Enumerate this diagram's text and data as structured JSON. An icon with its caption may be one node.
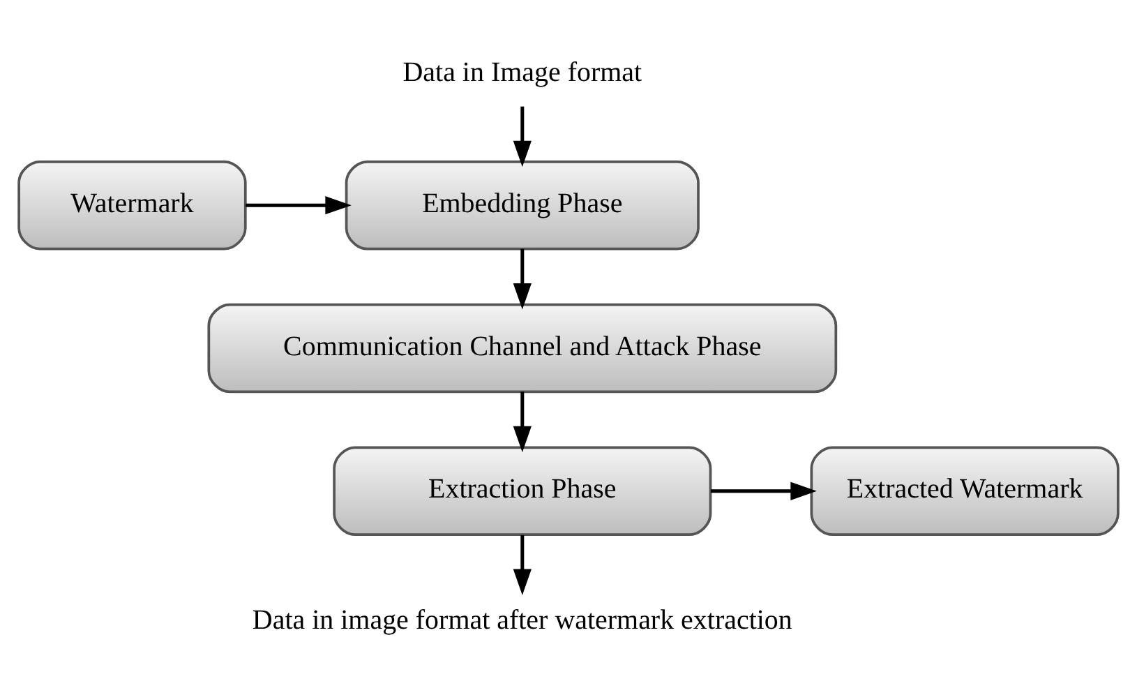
{
  "diagram": {
    "nodes": [
      {
        "text": [
          "Data in Image format"
        ]
      },
      {
        "text": [
          "Watermark"
        ]
      },
      {
        "text": [
          "Embedding Phase"
        ]
      },
      {
        "text": [
          "Communication Channel and Attack Phase"
        ]
      },
      {
        "text": [
          "Extracted Watermark"
        ]
      },
      {
        "text": [
          "Extraction Phase"
        ]
      },
      {
        "text": [
          "Data in image format after watermark extraction"
        ]
      }
    ],
    "edges": [
      {
        "from": 0,
        "to": 2,
        "arrow": "to"
      },
      {
        "from": 1,
        "to": 2,
        "arrow": "to"
      },
      {
        "from": 2,
        "to": 3,
        "arrow": "to"
      },
      {
        "from": 3,
        "to": 5,
        "arrow": "to"
      },
      {
        "from": 5,
        "to": 4,
        "arrow": "to"
      },
      {
        "from": 5,
        "to": 6,
        "arrow": "to"
      }
    ]
  }
}
